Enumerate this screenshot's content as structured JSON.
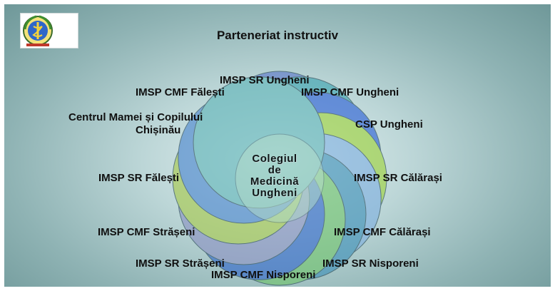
{
  "title": "Parteneriat instructiv",
  "logo_icon": "college-emblem-icon",
  "center": {
    "line1": "Colegiul",
    "line2": "de",
    "line3": "Medicină",
    "line4": "Ungheni"
  },
  "partners": [
    "IMSP SR Ungheni",
    "IMSP CMF Fălești",
    "IMSP CMF Ungheni",
    "CSP Ungheni",
    "Centrul Mamei și Copilului",
    "Chișinău",
    "IMSP SR Fălești",
    "IMSP SR Călărași",
    "IMSP CMF Strășeni",
    "IMSP CMF Călărași",
    "IMSP SR Strășeni",
    "IMSP SR Nisporeni",
    "IMSP CMF Nisporeni"
  ],
  "petal_colors": [
    "#5a76c8",
    "#3aa3b0",
    "#2a5fd6",
    "#9ed33a",
    "#7fb0e0",
    "#3c8fb8",
    "#6fc36a",
    "#2f66c9",
    "#8a91c2",
    "#a7c94a",
    "#4a86cf",
    "#5eb4b8"
  ]
}
